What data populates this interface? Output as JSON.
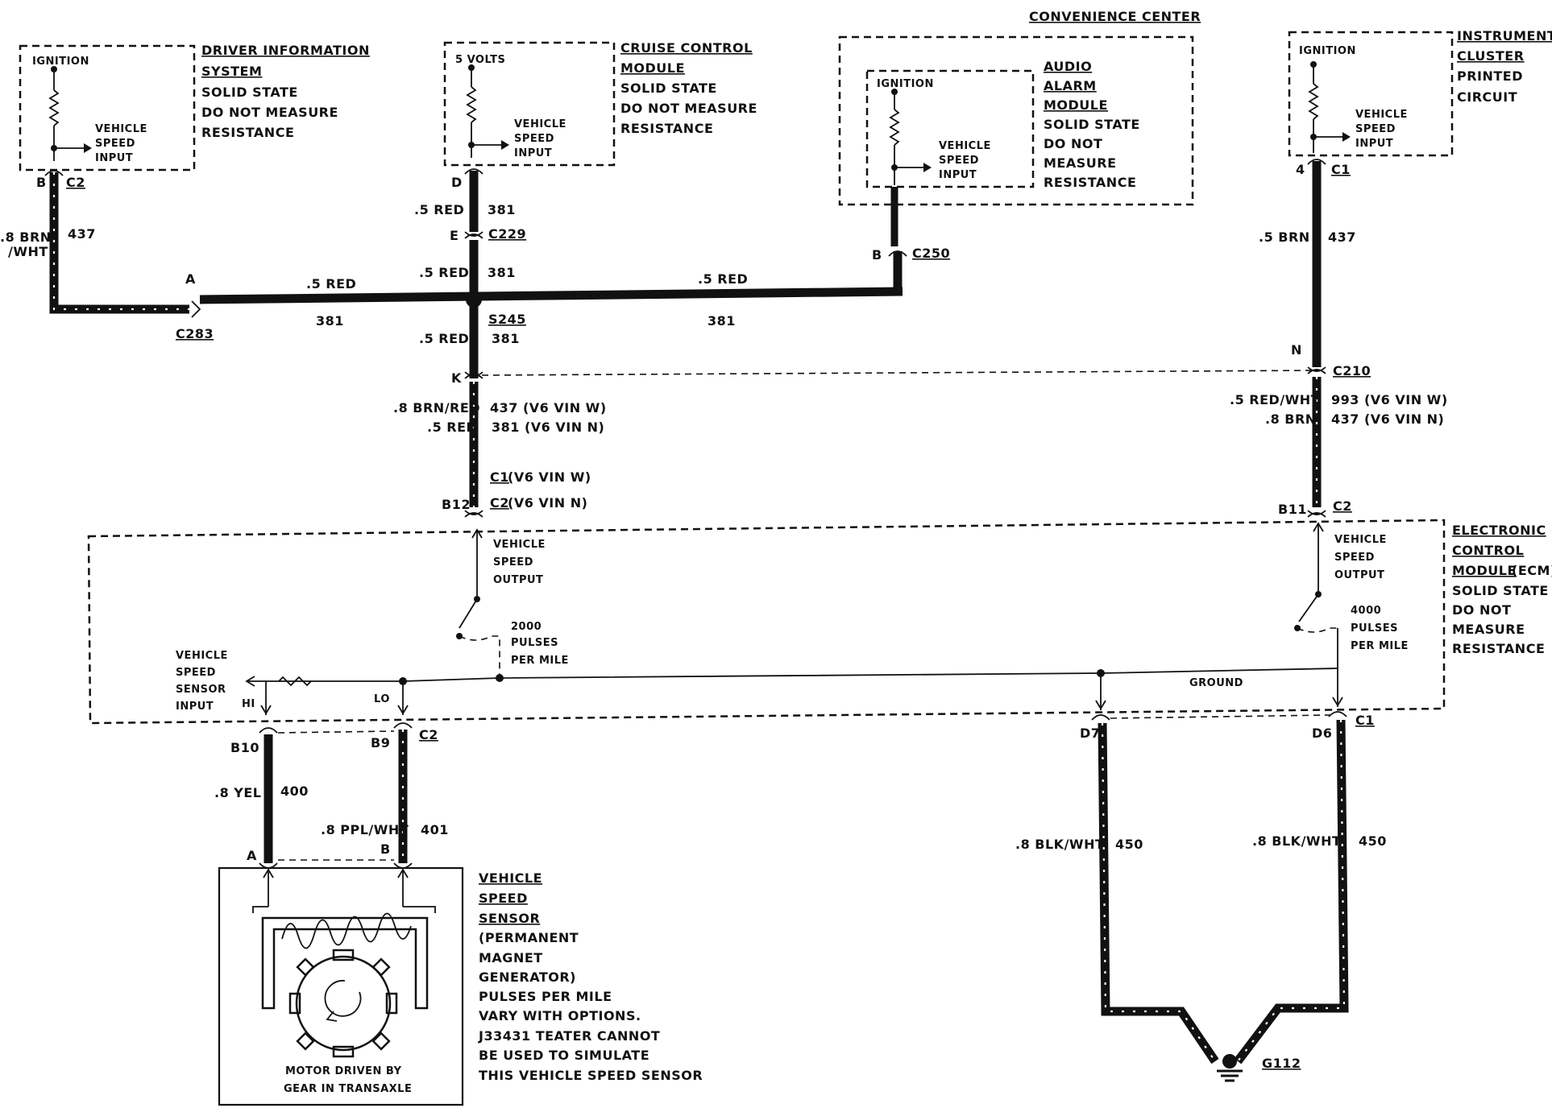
{
  "components": {
    "driver_info": {
      "title1": "DRIVER INFORMATION",
      "title2": "SYSTEM",
      "l1": "SOLID STATE",
      "l2": "DO NOT MEASURE",
      "l3": "RESISTANCE",
      "power": "IGNITION",
      "in1": "VEHICLE",
      "in2": "SPEED",
      "in3": "INPUT"
    },
    "cruise": {
      "title1": "CRUISE CONTROL",
      "title2": "MODULE",
      "l1": "SOLID STATE",
      "l2": "DO NOT MEASURE",
      "l3": "RESISTANCE",
      "power": "5 VOLTS",
      "in1": "VEHICLE",
      "in2": "SPEED",
      "in3": "INPUT"
    },
    "convenience": {
      "title": "CONVENIENCE CENTER"
    },
    "audio": {
      "title1": "AUDIO",
      "title2": "ALARM",
      "title3": "MODULE",
      "l1": "SOLID STATE",
      "l2": "DO NOT",
      "l3": "MEASURE",
      "l4": "RESISTANCE",
      "power": "IGNITION",
      "in1": "VEHICLE",
      "in2": "SPEED",
      "in3": "INPUT"
    },
    "cluster": {
      "title1": "INSTRUMENT",
      "title2": "CLUSTER",
      "l1": "PRINTED",
      "l2": "CIRCUIT",
      "power": "IGNITION",
      "in1": "VEHICLE",
      "in2": "SPEED",
      "in3": "INPUT"
    },
    "ecm": {
      "title1": "ELECTRONIC",
      "title2": "CONTROL",
      "title3": "MODULE",
      "title3b": "(ECM)",
      "l1": "SOLID STATE",
      "l2": "DO NOT",
      "l3": "MEASURE",
      "l4": "RESISTANCE",
      "out_l1": "VEHICLE",
      "out_l2": "SPEED",
      "out_l3": "OUTPUT",
      "out_r1": "VEHICLE",
      "out_r2": "SPEED",
      "out_r3": "OUTPUT",
      "p2000_1": "2000",
      "p2000_2": "PULSES",
      "p2000_3": "PER MILE",
      "p4000_1": "4000",
      "p4000_2": "PULSES",
      "p4000_3": "PER MILE",
      "vss_in1": "VEHICLE",
      "vss_in2": "SPEED",
      "vss_in3": "SENSOR",
      "vss_in4": "INPUT",
      "hi": "HI",
      "lo": "LO",
      "ground": "GROUND"
    },
    "vss": {
      "title1": "VEHICLE",
      "title2": "SPEED",
      "title3": "SENSOR",
      "l1": "(PERMANENT",
      "l2": "MAGNET",
      "l3": "GENERATOR)",
      "l4": "PULSES PER MILE",
      "l5": "VARY WITH OPTIONS.",
      "l6": "J33431 TEATER CANNOT",
      "l7": "BE USED TO SIMULATE",
      "l8": "THIS VEHICLE SPEED SENSOR",
      "m1": "MOTOR DRIVEN BY",
      "m2": "GEAR IN TRANSAXLE"
    }
  },
  "connectors": {
    "c2_dis": "C2",
    "pin_b_dis": "B",
    "pin_d": "D",
    "pin_e": "E",
    "c229": "C229",
    "pin_b_aud": "B",
    "c250": "C250",
    "pin_4": "4",
    "c1_ic": "C1",
    "pin_a": "A",
    "c283": "C283",
    "s245": "S245",
    "pin_k": "K",
    "pin_n": "N",
    "c210": "C210",
    "b12": "B12",
    "c1_v6w": "C1",
    "c1_v6w_note": "(V6 VIN W)",
    "c2_v6n": "C2",
    "c2_v6n_note": "(V6 VIN N)",
    "b11": "B11",
    "c2_ecm_r": "C2",
    "b10": "B10",
    "b9": "B9",
    "c2_ecm_l": "C2",
    "d7": "D7",
    "d6": "D6",
    "c1_ecm": "C1",
    "pin_a_vss": "A",
    "pin_b_vss": "B",
    "g112": "G112"
  },
  "wires": {
    "w437_dis_color1": ".8 BRN",
    "w437_dis_color2": "/WHT",
    "w437_dis_num": "437",
    "w381_top_color": ".5 RED",
    "w381_top_num": "381",
    "w381_mid_color": ".5 RED",
    "w381_mid_num": "381",
    "w381_left_color": ".5 RED",
    "w381_left_num": "381",
    "w381_right_color": ".5 RED",
    "w381_right_num": "381",
    "w381_below_color": ".5 RED",
    "w381_below_num": "381",
    "w_ecm_l_color1": ".8 BRN/RED",
    "w_ecm_l_num1": "437 (V6 VIN W)",
    "w_ecm_l_color2": ".5 RED",
    "w_ecm_l_num2": "381 (V6 VIN N)",
    "w437_ic_color": ".5 BRN",
    "w437_ic_num": "437",
    "w_ecm_r_color1": ".5 RED/WHT",
    "w_ecm_r_num1": "993 (V6 VIN W)",
    "w_ecm_r_color2": ".8 BRN",
    "w_ecm_r_num2": "437 (V6 VIN N)",
    "w400_color": ".8 YEL",
    "w400_num": "400",
    "w401_color": ".8 PPL/WHT",
    "w401_num": "401",
    "w450a_color": ".8 BLK/WHT",
    "w450a_num": "450",
    "w450b_color": ".8 BLK/WHT",
    "w450b_num": "450"
  }
}
